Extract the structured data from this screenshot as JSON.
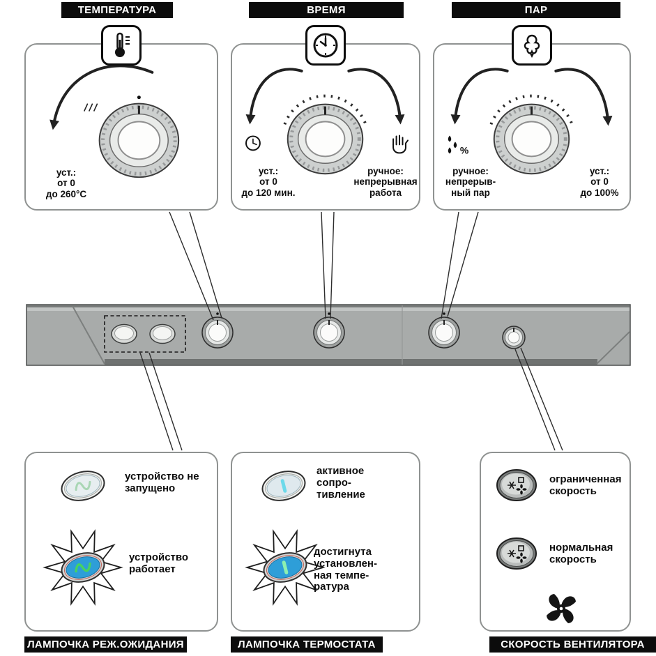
{
  "colors": {
    "header_bg": "#0c0c0c",
    "header_text": "#ffffff",
    "panel_border": "#8f9291",
    "strip_gray": "#a8abaa",
    "lamp_on_blue": "#2e9ed8",
    "standby_symbol_green": "#46d361",
    "thermostat_symbol_cyan": "#6cd9ea"
  },
  "top_sections": {
    "temperature": {
      "title": "ТЕМПЕРАТУРА",
      "icon": "thermometer-icon",
      "range_label": "уст.:\nот 0\nдо 260°C"
    },
    "time": {
      "title": "ВРЕМЯ",
      "icon": "clock-icon",
      "set_icon": "clock-small-icon",
      "set_label": "уст.:\nот 0\nдо 120 мин.",
      "manual_icon": "hand-icon",
      "manual_label": "ручное:\nнепрерывная\nработа"
    },
    "steam": {
      "title": "ПАР",
      "icon": "steam-icon",
      "manual_icon": "drops-percent-icon",
      "percent_sign": "%",
      "manual_label": "ручное:\nнепрерыв-\nный пар",
      "set_label": "уст.:\nот 0\nдо 100%"
    }
  },
  "control_strip": {
    "lights": [
      "standby-light",
      "thermostat-light"
    ],
    "knobs": [
      "temperature-knob",
      "time-knob",
      "steam-knob",
      "fan-speed-knob"
    ]
  },
  "bottom_sections": {
    "standby_lamp": {
      "title": "ЛАМПОЧКА РЕЖ.ОЖИДАНИЯ",
      "off_label": "устройство не\nзапущено",
      "on_label": "устройство\nработает"
    },
    "thermostat_lamp": {
      "title": "ЛАМПОЧКА ТЕРМОСТАТА",
      "off_label": "активное\nсопро-\nтивление",
      "on_label": "достигнута\nустановлен-\nная темпе-\nратура"
    },
    "fan_speed": {
      "title": "СКОРОСТЬ ВЕНТИЛЯТОРА",
      "limited_label": "ограниченная\nскорость",
      "normal_label": "нормальная\nскорость",
      "fan_icon": "fan-icon"
    }
  }
}
